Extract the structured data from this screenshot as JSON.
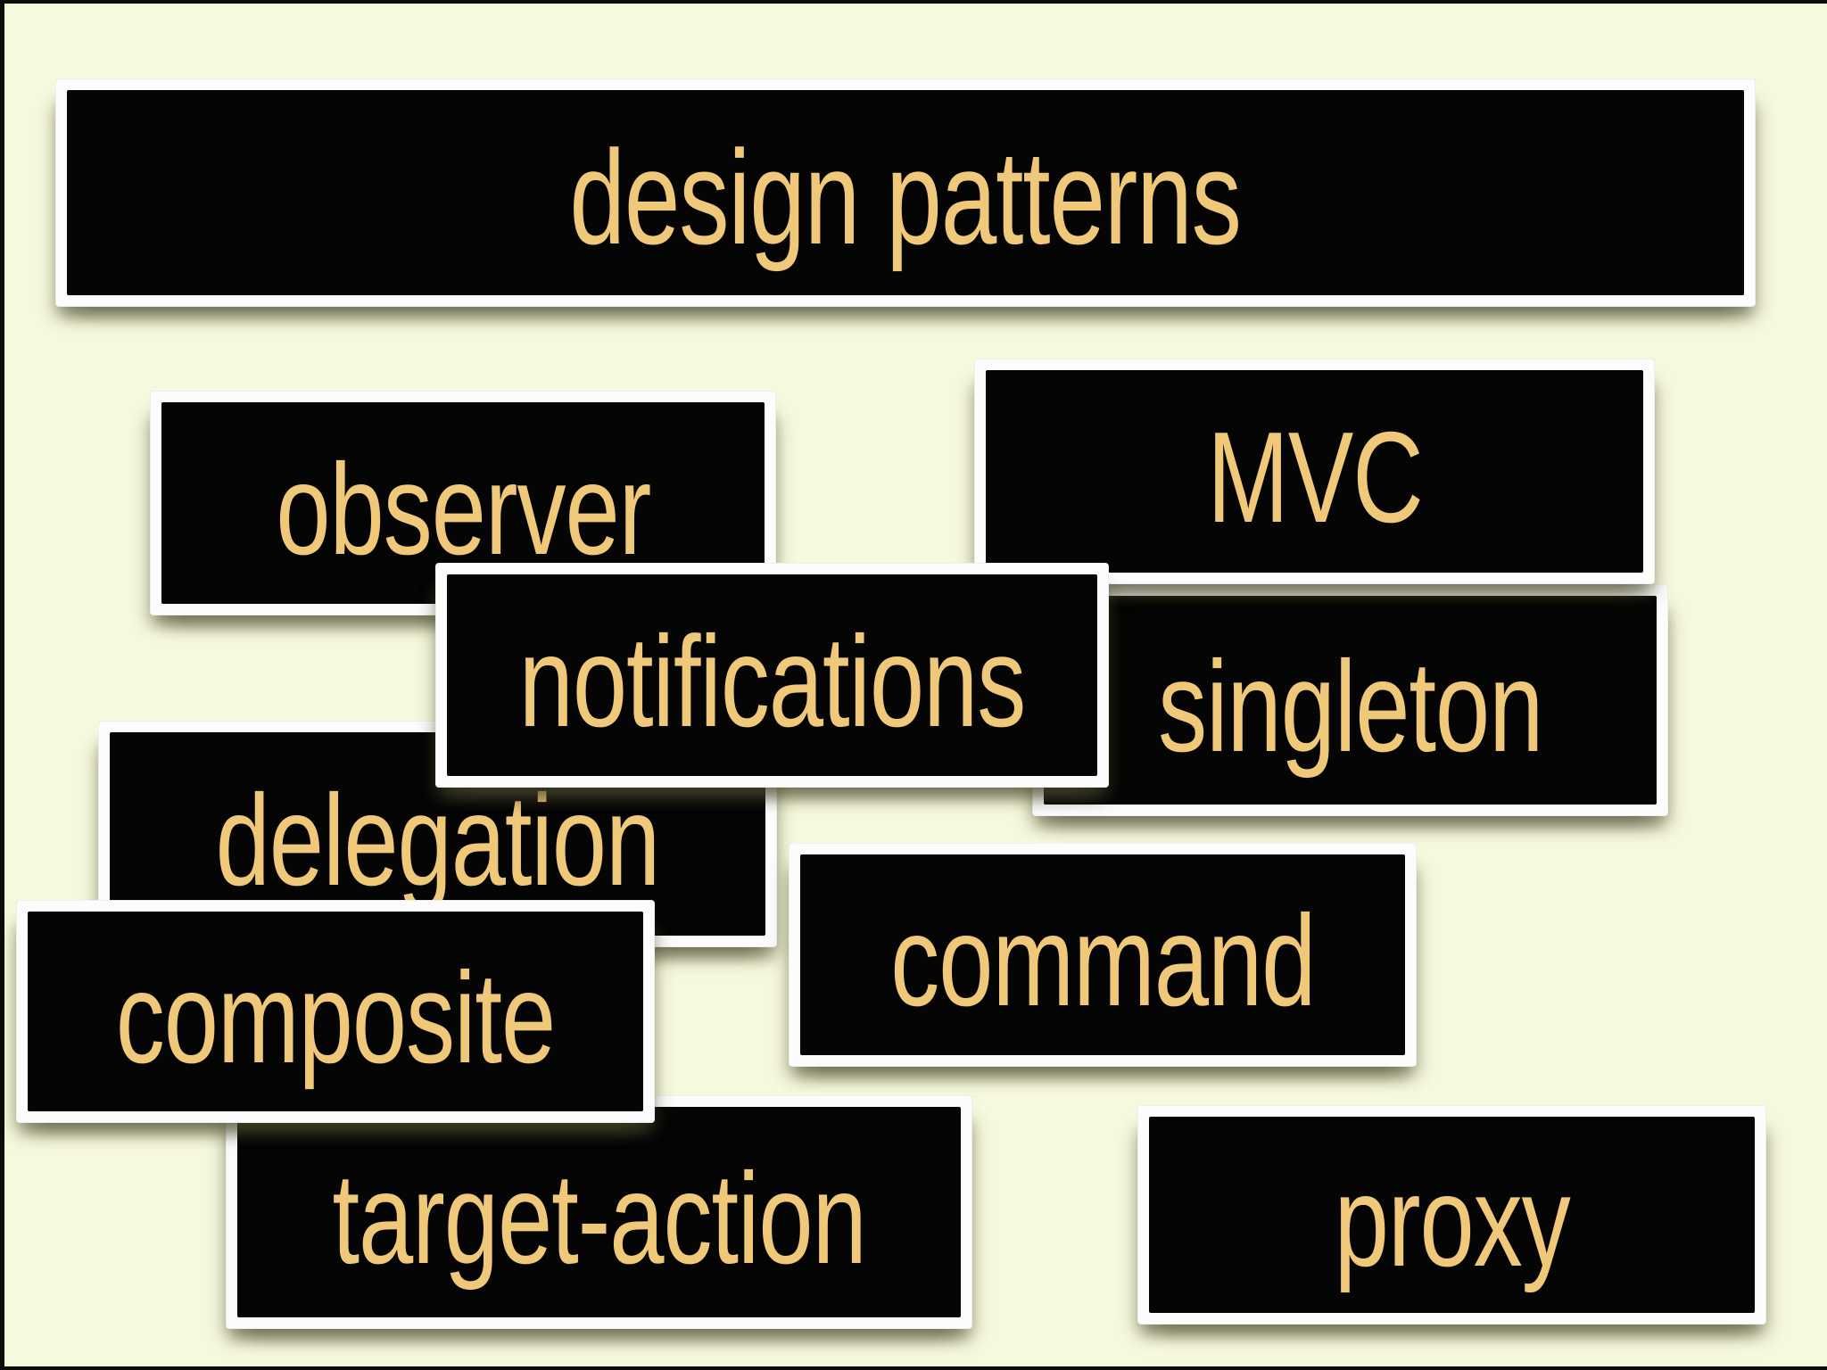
{
  "slide": {
    "kind": "presentation-slide",
    "title": "design patterns"
  },
  "style": {
    "background_color": "#f7f9de",
    "edge_color": "#0c0c08",
    "card_face_color": "#050505",
    "card_frame_color": "#fcfcfd",
    "label_color": "#f0c87a"
  },
  "cards": {
    "title": {
      "label": "design patterns"
    },
    "observer": {
      "label": "observer"
    },
    "mvc": {
      "label": "MVC"
    },
    "notifications": {
      "label": "notifications"
    },
    "singleton": {
      "label": "singleton"
    },
    "delegation": {
      "label": "delegation"
    },
    "command": {
      "label": "command"
    },
    "composite": {
      "label": "composite"
    },
    "target_action": {
      "label": "target-action"
    },
    "proxy": {
      "label": "proxy"
    }
  }
}
